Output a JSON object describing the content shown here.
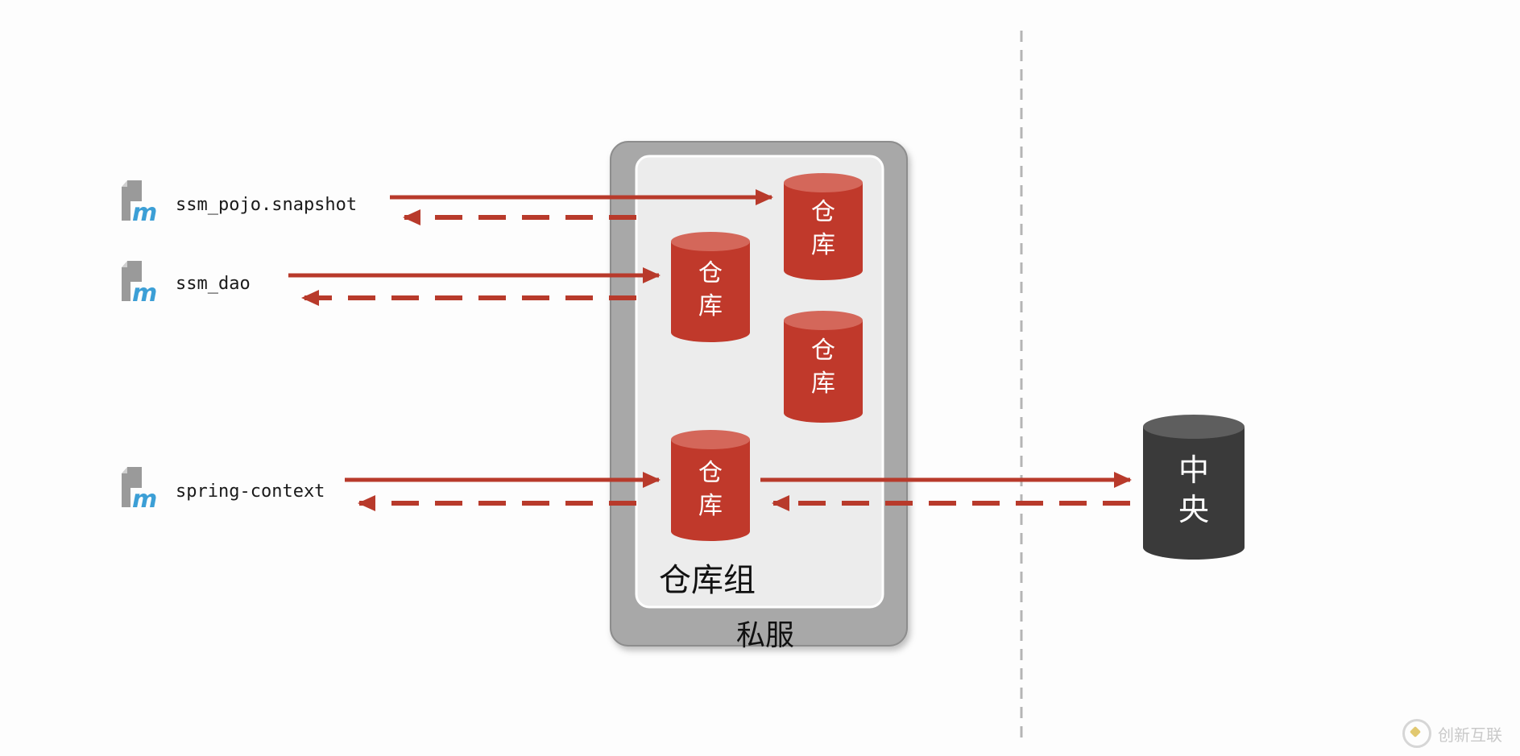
{
  "artifacts": [
    {
      "id": "pojo",
      "label": "ssm_pojo.snapshot",
      "icon": "maven-artifact-icon"
    },
    {
      "id": "dao",
      "label": "ssm_dao",
      "icon": "maven-artifact-icon"
    },
    {
      "id": "spring",
      "label": "spring-context",
      "icon": "maven-artifact-icon"
    }
  ],
  "repositories": [
    {
      "id": "repo-a",
      "line1": "仓",
      "line2": "库"
    },
    {
      "id": "repo-b",
      "line1": "仓",
      "line2": "库"
    },
    {
      "id": "repo-c",
      "line1": "仓",
      "line2": "库"
    },
    {
      "id": "repo-d",
      "line1": "仓",
      "line2": "库"
    }
  ],
  "group_label": "仓库组",
  "server_label": "私服",
  "central": {
    "line1": "中",
    "line2": "央"
  },
  "colors": {
    "repo": "#c0392b",
    "repo_top": "#d4675a",
    "arrow": "#b83a2b",
    "central": "#3a3a3a",
    "server_outer": "#a8a8a8",
    "server_inner": "#ececec",
    "divider": "#b5b5b5",
    "icon_blue": "#3c9fd6",
    "icon_gray": "#9a9a9a"
  },
  "watermark": {
    "text": "创新互联"
  }
}
